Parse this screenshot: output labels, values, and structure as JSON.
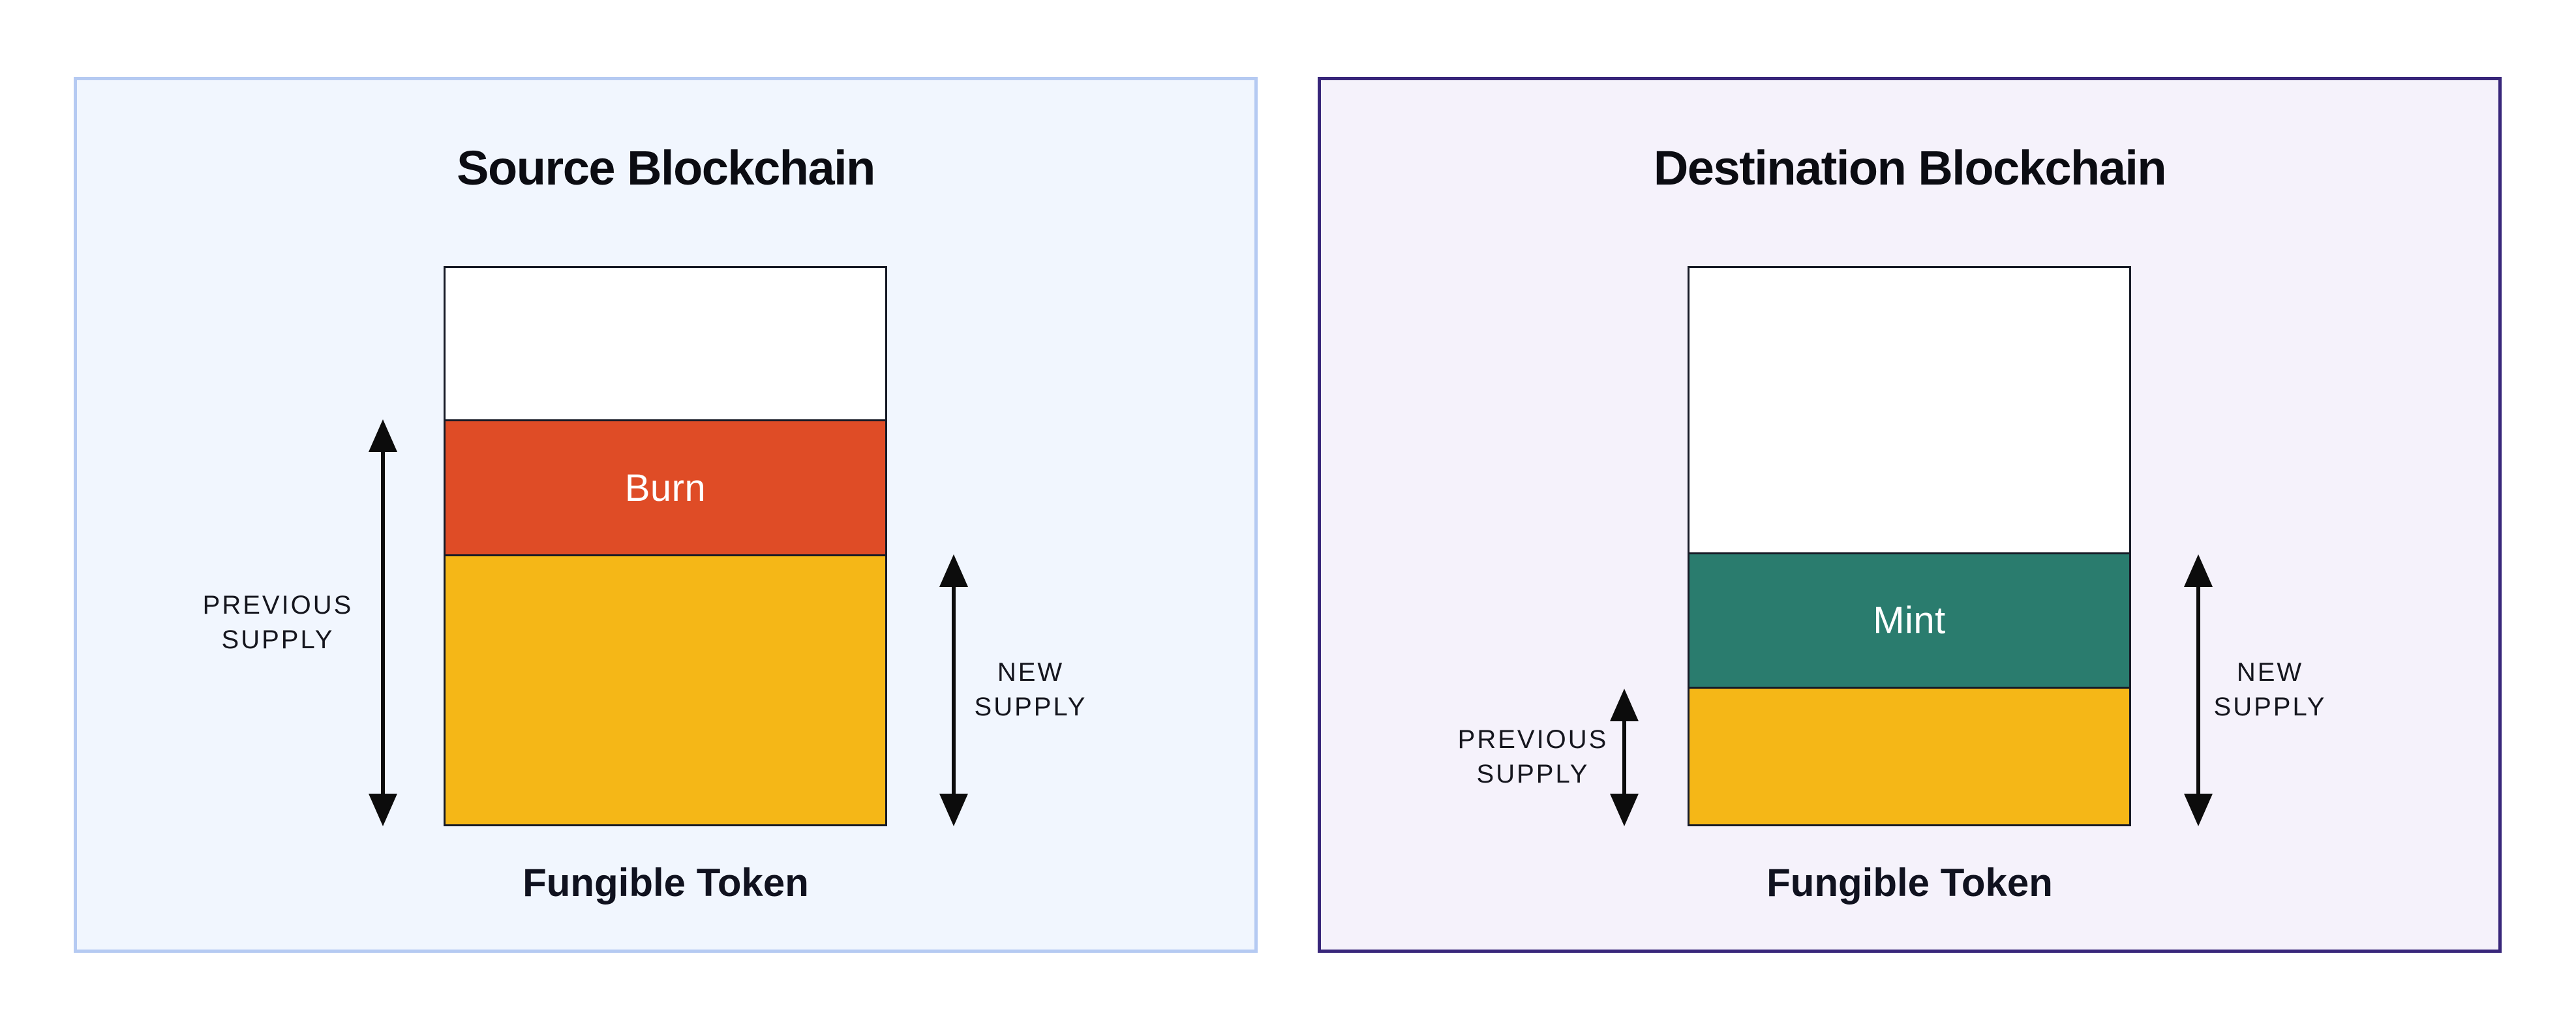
{
  "background_color": "#FFFFFF",
  "arrow_color": "#0C0C0C",
  "text_color": "#15161E",
  "panels": [
    {
      "name": "source-blockchain",
      "title": "Source Blockchain",
      "panel_bg": "#F1F6FE",
      "panel_border_color": "#B5CAF2",
      "token_label": "Fungible Token",
      "bar": {
        "border_color": "#161A26",
        "segments": [
          {
            "name": "headroom",
            "label": "",
            "color": "#FFFFFF",
            "height_pct": 27.4
          },
          {
            "name": "burn",
            "label": "Burn",
            "color": "#DF4C26",
            "height_pct": 24.1
          },
          {
            "name": "remaining-supply",
            "label": "",
            "color": "#F5B717",
            "height_pct": 48.5
          }
        ]
      },
      "annotations": {
        "previous_supply": {
          "lines": [
            "PREVIOUS",
            "SUPPLY"
          ]
        },
        "new_supply": {
          "lines": [
            "NEW",
            "SUPPLY"
          ]
        }
      }
    },
    {
      "name": "destination-blockchain",
      "title": "Destination Blockchain",
      "panel_bg": "#F5F2FB",
      "panel_border_color": "#38267A",
      "token_label": "Fungible Token",
      "bar": {
        "border_color": "#161A26",
        "segments": [
          {
            "name": "headroom",
            "label": "",
            "color": "#FFFFFF",
            "height_pct": 51.5
          },
          {
            "name": "mint",
            "label": "Mint",
            "color": "#2A7C6E",
            "height_pct": 24.0
          },
          {
            "name": "previous-supply",
            "label": "",
            "color": "#F5B717",
            "height_pct": 24.5
          }
        ]
      },
      "annotations": {
        "previous_supply": {
          "lines": [
            "PREVIOUS",
            "SUPPLY"
          ]
        },
        "new_supply": {
          "lines": [
            "NEW",
            "SUPPLY"
          ]
        }
      }
    }
  ]
}
